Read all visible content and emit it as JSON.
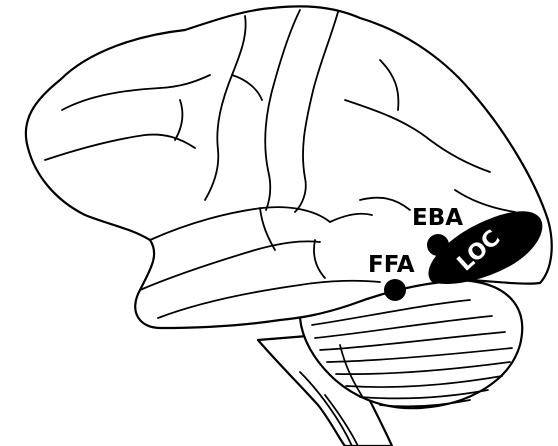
{
  "regions": {
    "eba": {
      "label": "EBA"
    },
    "ffa": {
      "label": "FFA"
    },
    "loc": {
      "label": "LOC"
    }
  },
  "colors": {
    "outline": "#000000",
    "background": "#ffffff",
    "marker": "#000000",
    "loc_fill": "#000000",
    "loc_text": "#ffffff"
  }
}
